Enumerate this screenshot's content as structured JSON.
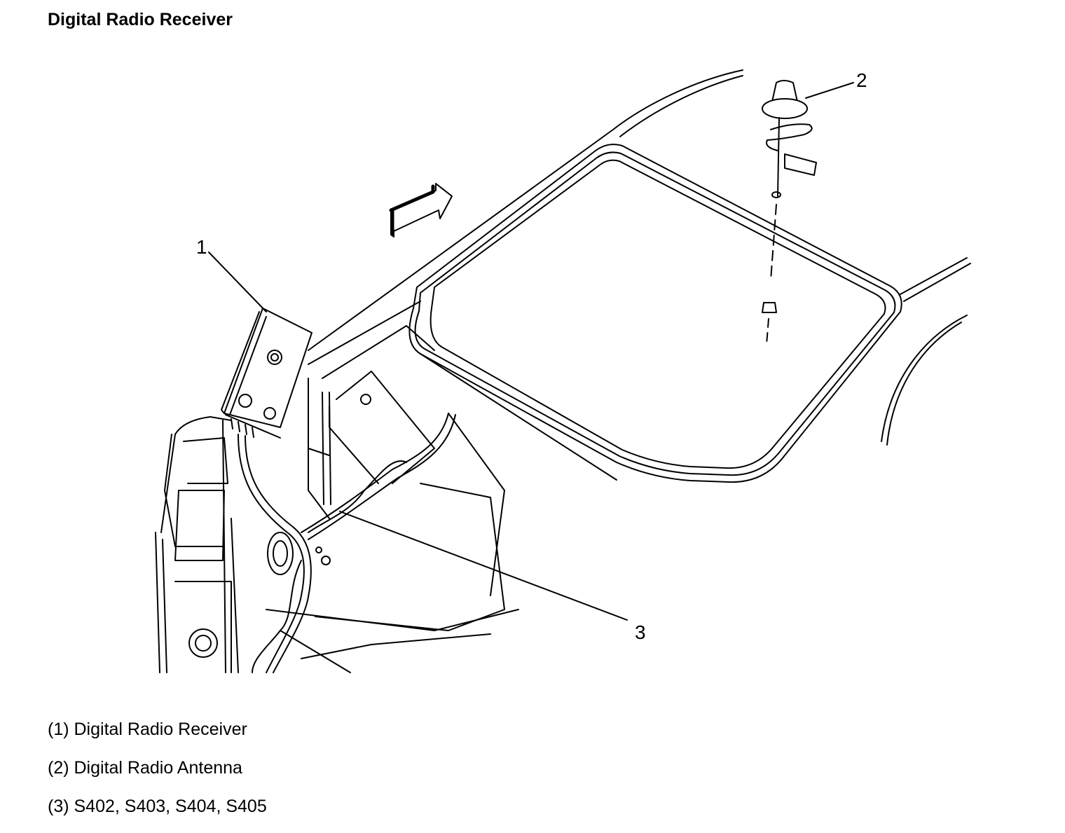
{
  "title": "Digital Radio Receiver",
  "callouts": [
    "1",
    "2",
    "3"
  ],
  "legend": [
    "(1) Digital Radio Receiver",
    "(2) Digital Radio Antenna",
    "(3) S402, S403, S404, S405"
  ]
}
